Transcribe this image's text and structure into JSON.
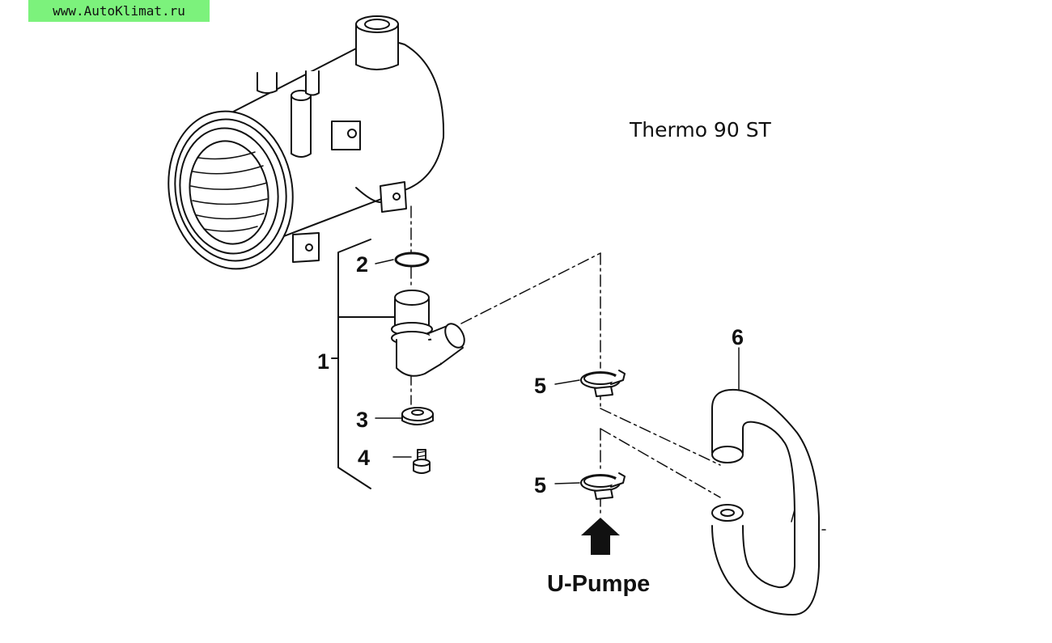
{
  "watermark": "www.AutoKlimat.ru",
  "model": "Thermo 90 ST",
  "callouts": {
    "p1": "1",
    "p2": "2",
    "p3": "3",
    "p4": "4",
    "p5a": "5",
    "p5b": "5",
    "p6": "6"
  },
  "pump_label": "U-Pumpe",
  "colors": {
    "line": "#111111",
    "watermark_bg": "#7cf27c"
  },
  "icons": {
    "flow_arrow": "arrow-up-icon"
  }
}
